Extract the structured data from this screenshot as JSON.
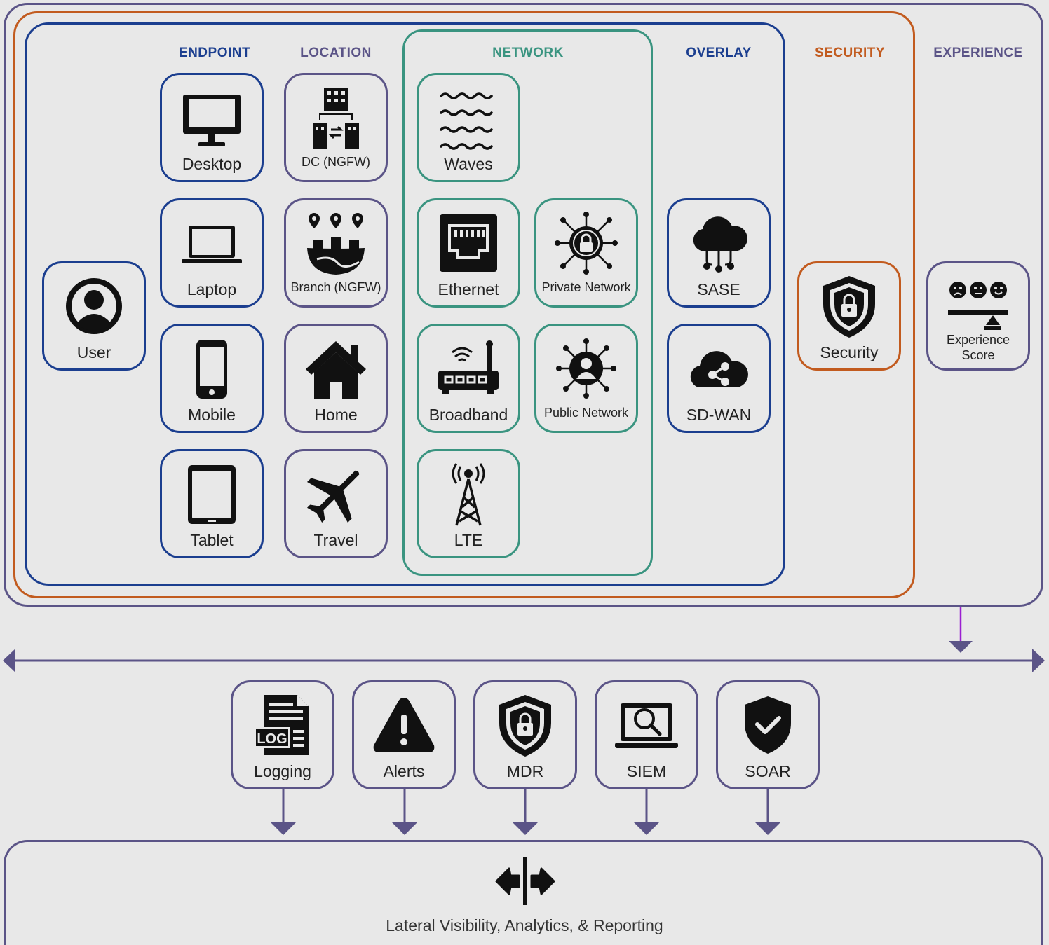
{
  "headers": {
    "endpoint": "ENDPOINT",
    "location": "LOCATION",
    "network": "NETWORK",
    "overlay": "OVERLAY",
    "security": "SECURITY",
    "experience": "EXPERIENCE"
  },
  "tiles": {
    "user": "User",
    "desktop": "Desktop",
    "laptop": "Laptop",
    "mobile": "Mobile",
    "tablet": "Tablet",
    "dc": "DC (NGFW)",
    "branch": "Branch (NGFW)",
    "home": "Home",
    "travel": "Travel",
    "waves": "Waves",
    "ethernet": "Ethernet",
    "private_network": "Private Network",
    "broadband": "Broadband",
    "public_network": "Public Network",
    "lte": "LTE",
    "sase": "SASE",
    "sdwan": "SD-WAN",
    "security": "Security",
    "experience_line1": "Experience",
    "experience_line2": "Score"
  },
  "services": {
    "logging": "Logging",
    "alerts": "Alerts",
    "mdr": "MDR",
    "siem": "SIEM",
    "soar": "SOAR"
  },
  "icon_text": {
    "log": "LOG"
  },
  "bottom": {
    "label": "Lateral Visibility, Analytics, & Reporting"
  },
  "colors": {
    "endpoint": "#1b3e8f",
    "location": "#5b5487",
    "network": "#3a9480",
    "security": "#c25b1f",
    "experience": "#5b5487",
    "accent_arrow": "#9b1fd1"
  }
}
